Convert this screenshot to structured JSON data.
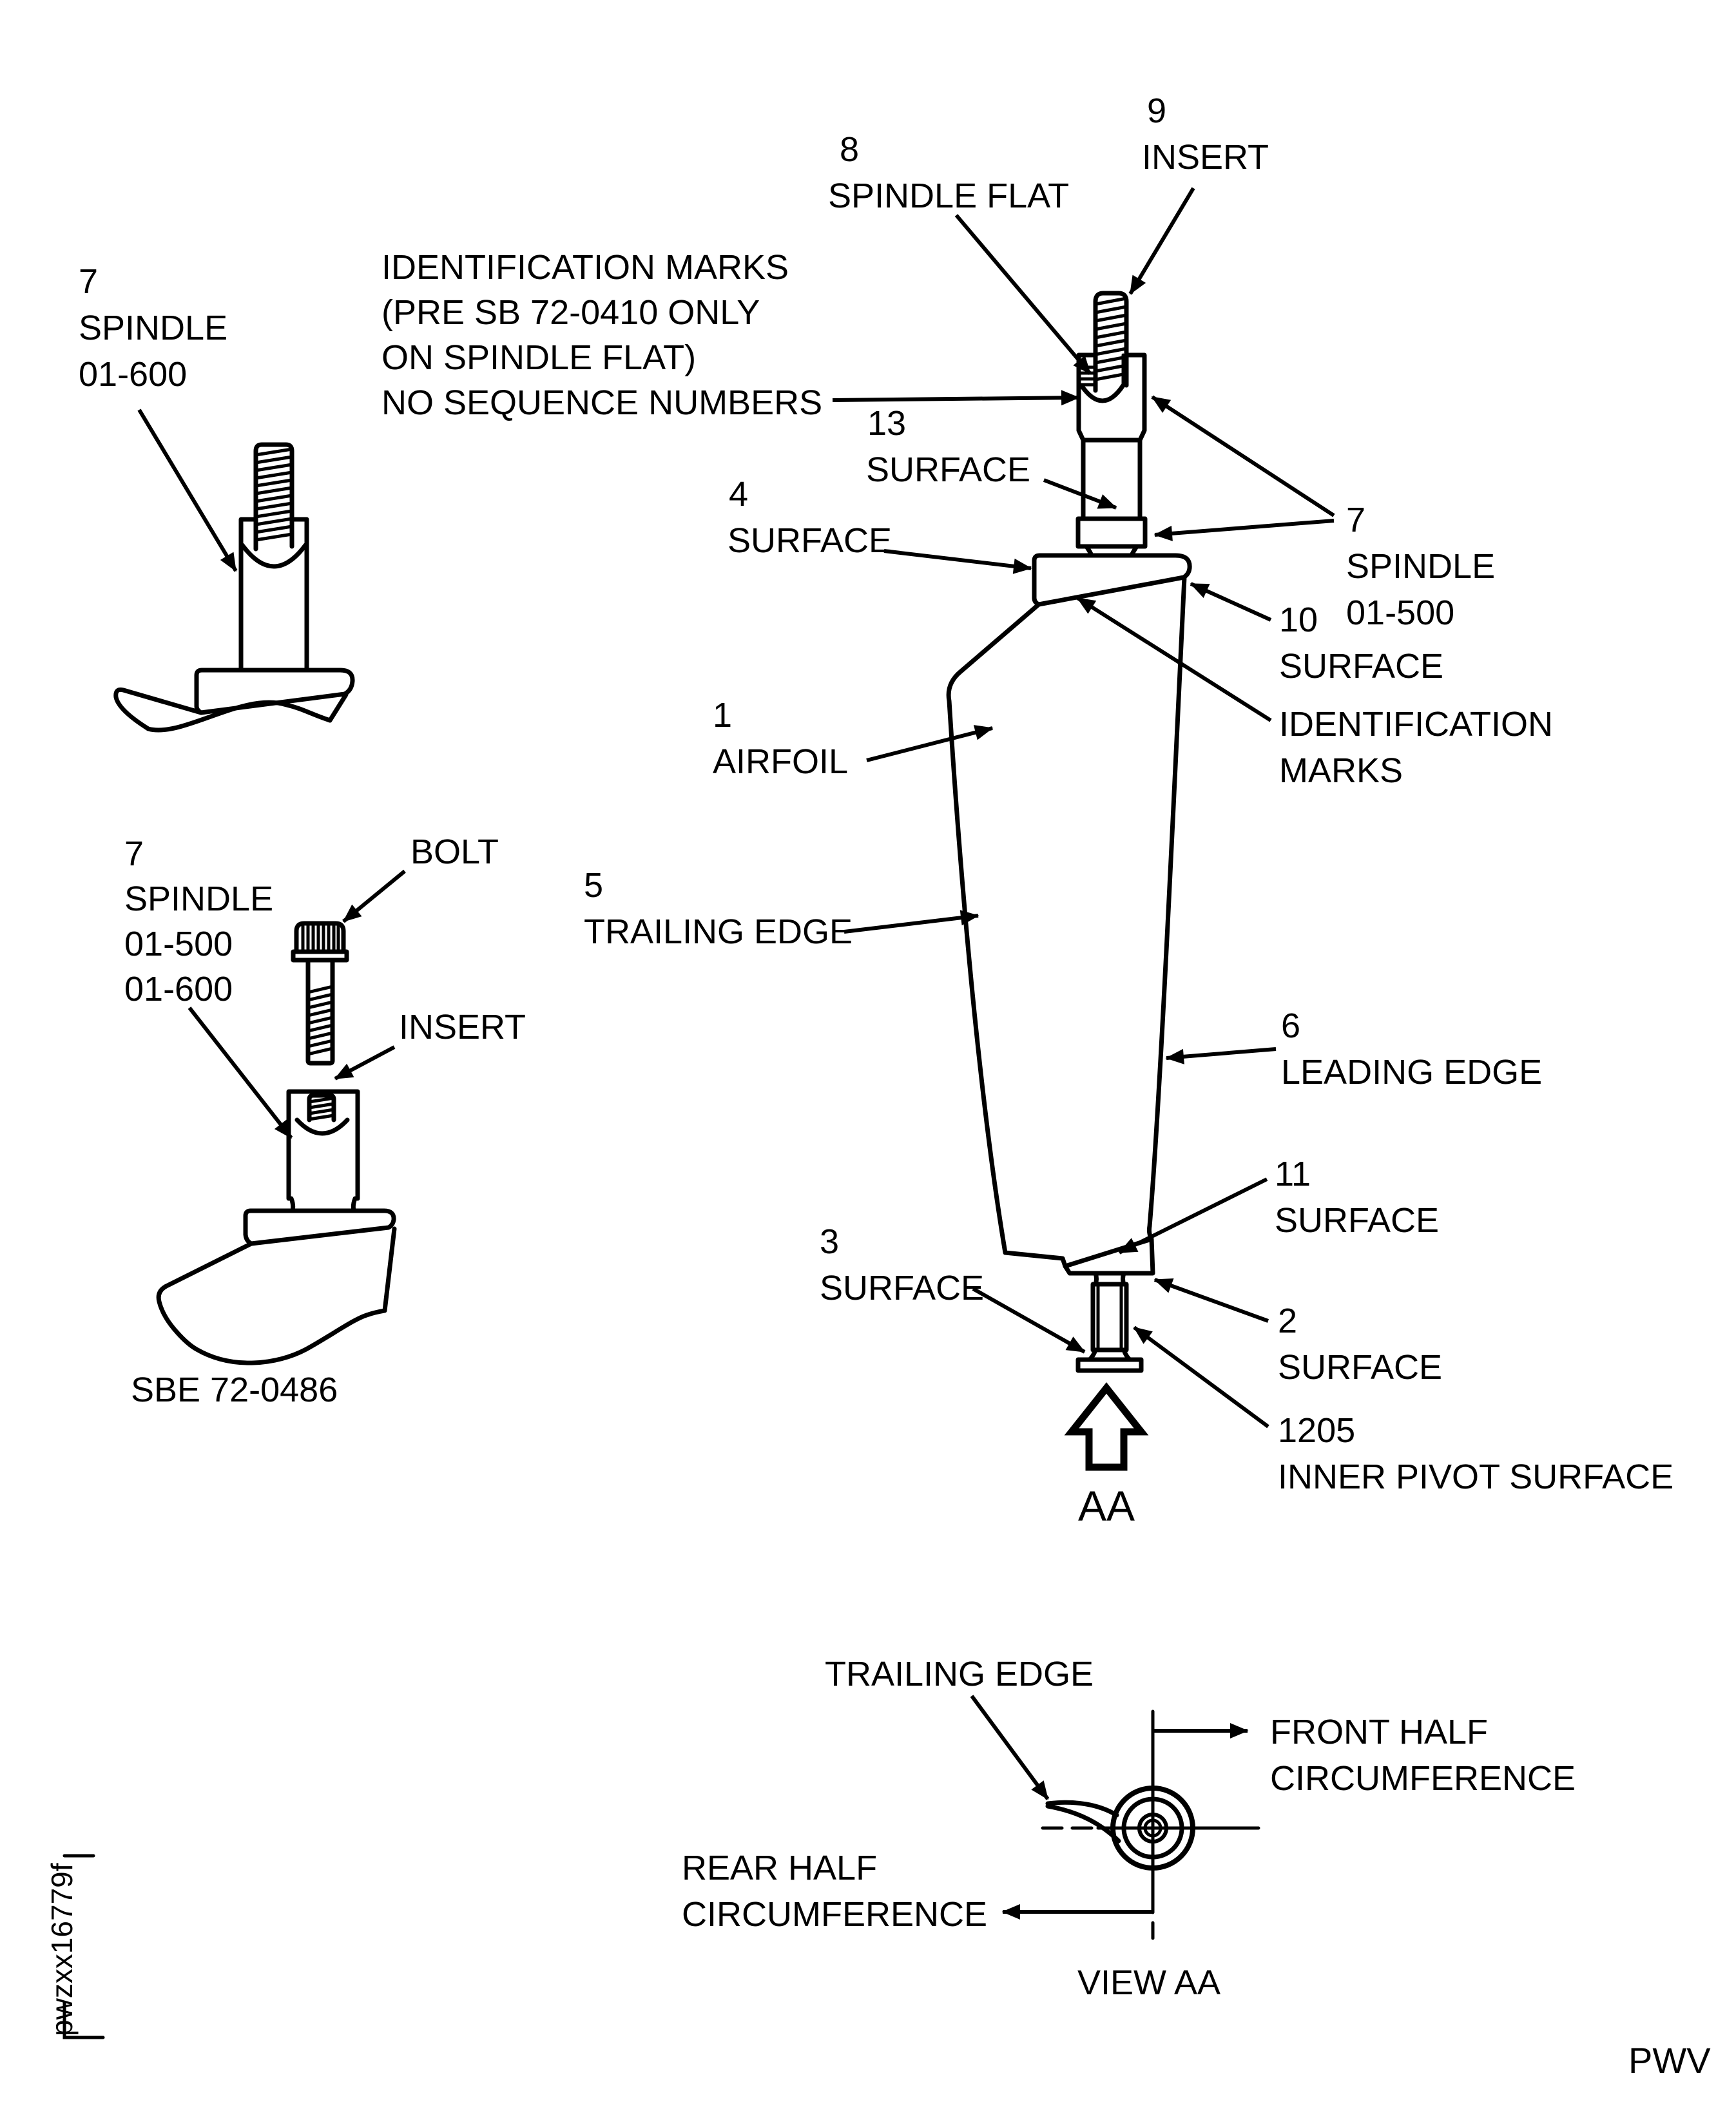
{
  "figure": {
    "plate_code": "pwzxx16779f",
    "org_code": "PWV",
    "sbe_code": "SBE 72-0486",
    "view_label": "VIEW AA",
    "section_label": "AA"
  },
  "colors": {
    "ink": "#000000",
    "paper": "#ffffff"
  },
  "callouts": {
    "spindle_01_600": {
      "num": "7",
      "line1": "SPINDLE",
      "line2": "01-600"
    },
    "id_marks_note": {
      "line1": "IDENTIFICATION MARKS",
      "line2": "(PRE SB 72-0410 ONLY",
      "line3": "ON SPINDLE FLAT)",
      "line4": "NO SEQUENCE NUMBERS"
    },
    "spindle_flat": {
      "num": "8",
      "label": "SPINDLE FLAT"
    },
    "insert_top": {
      "num": "9",
      "label": "INSERT"
    },
    "spindle_01_500": {
      "num": "7",
      "line1": "SPINDLE",
      "line2": "01-500"
    },
    "surface_13": {
      "num": "13",
      "label": "SURFACE"
    },
    "surface_4": {
      "num": "4",
      "label": "SURFACE"
    },
    "surface_10": {
      "num": "10",
      "label": "SURFACE"
    },
    "id_marks": {
      "line1": "IDENTIFICATION",
      "line2": "MARKS"
    },
    "airfoil": {
      "num": "1",
      "label": "AIRFOIL"
    },
    "trailing_edge": {
      "num": "5",
      "label": "TRAILING EDGE"
    },
    "leading_edge": {
      "num": "6",
      "label": "LEADING EDGE"
    },
    "surface_11": {
      "num": "11",
      "label": "SURFACE"
    },
    "surface_3": {
      "num": "3",
      "label": "SURFACE"
    },
    "surface_2": {
      "num": "2",
      "label": "SURFACE"
    },
    "inner_pivot": {
      "num": "1205",
      "label": "INNER PIVOT SURFACE"
    },
    "bolt": {
      "label": "BOLT"
    },
    "insert_lower": {
      "label": "INSERT"
    },
    "spindle_01_500_600": {
      "num": "7",
      "line1": "SPINDLE",
      "line2": "01-500",
      "line3": "01-600"
    },
    "view_trailing_edge": {
      "label": "TRAILING EDGE"
    },
    "front_half": {
      "line1": "FRONT HALF",
      "line2": "CIRCUMFERENCE"
    },
    "rear_half": {
      "line1": "REAR HALF",
      "line2": "CIRCUMFERENCE"
    }
  }
}
